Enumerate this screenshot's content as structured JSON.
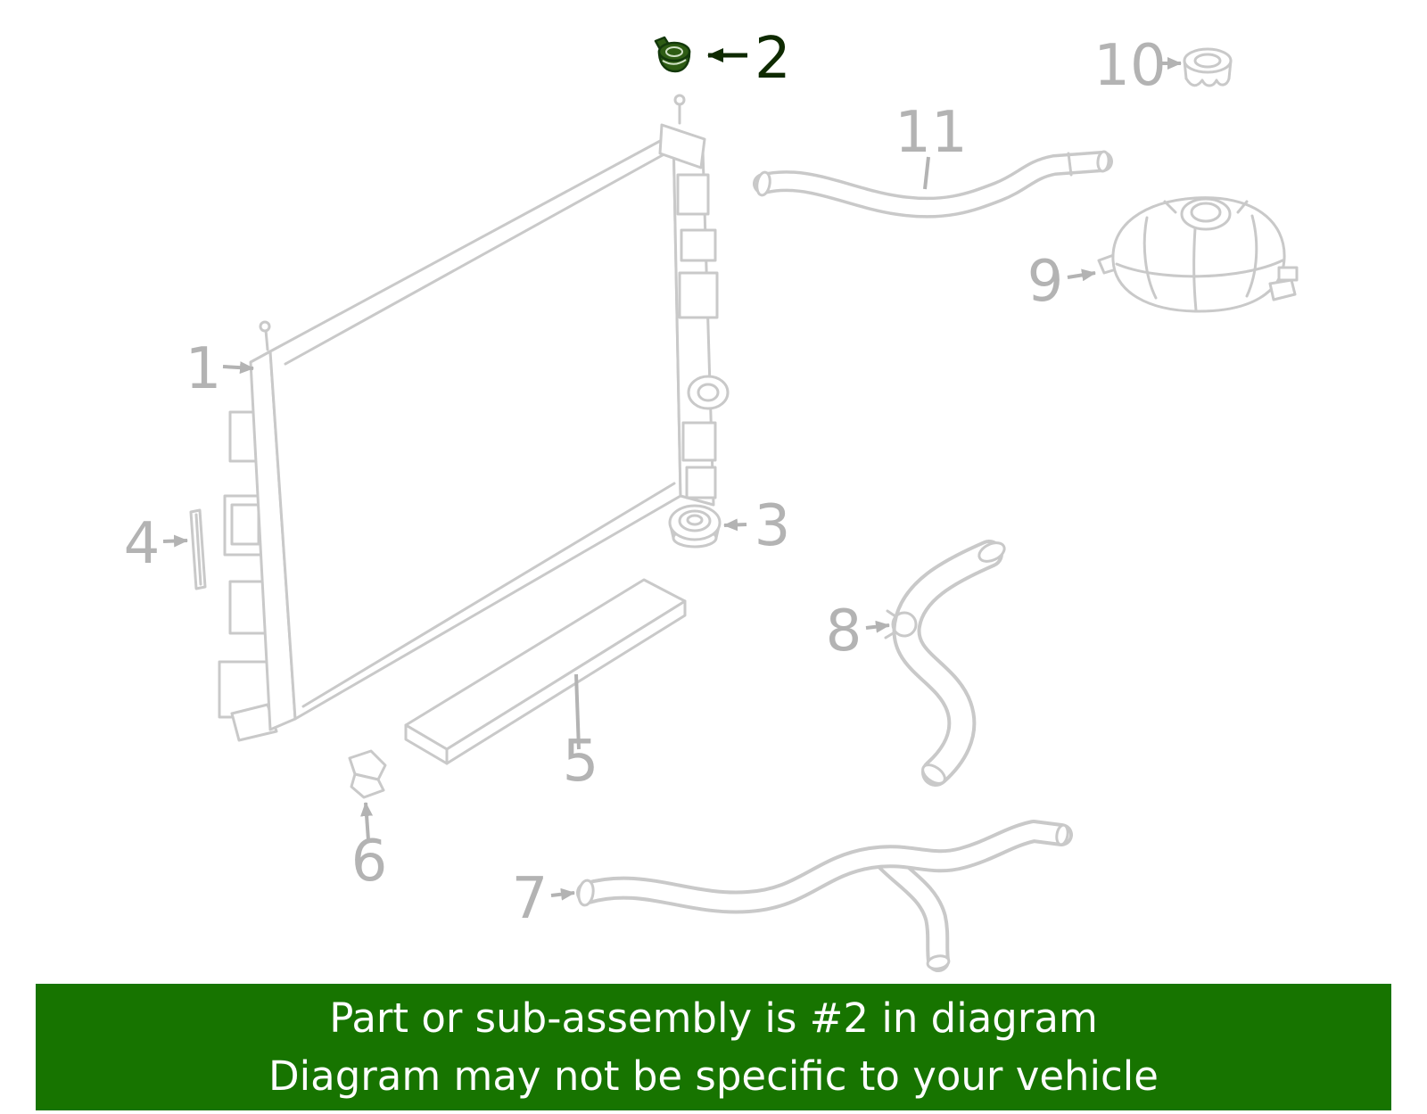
{
  "diagram": {
    "line_color": "#c9c9c9",
    "label_color": "#b3b3b3",
    "highlight_color": "#2e5c14",
    "highlight_label_color": "#0e2a00"
  },
  "callouts": [
    {
      "id": 1,
      "label": "1",
      "highlighted": false
    },
    {
      "id": 2,
      "label": "2",
      "highlighted": true
    },
    {
      "id": 3,
      "label": "3",
      "highlighted": false
    },
    {
      "id": 4,
      "label": "4",
      "highlighted": false
    },
    {
      "id": 5,
      "label": "5",
      "highlighted": false
    },
    {
      "id": 6,
      "label": "6",
      "highlighted": false
    },
    {
      "id": 7,
      "label": "7",
      "highlighted": false
    },
    {
      "id": 8,
      "label": "8",
      "highlighted": false
    },
    {
      "id": 9,
      "label": "9",
      "highlighted": false
    },
    {
      "id": 10,
      "label": "10",
      "highlighted": false
    },
    {
      "id": 11,
      "label": "11",
      "highlighted": false
    }
  ],
  "banner": {
    "line1": "Part or sub-assembly is #2 in diagram",
    "line2": "Diagram may not be specific to your vehicle",
    "background": "#177400",
    "text_color": "#ffffff"
  }
}
